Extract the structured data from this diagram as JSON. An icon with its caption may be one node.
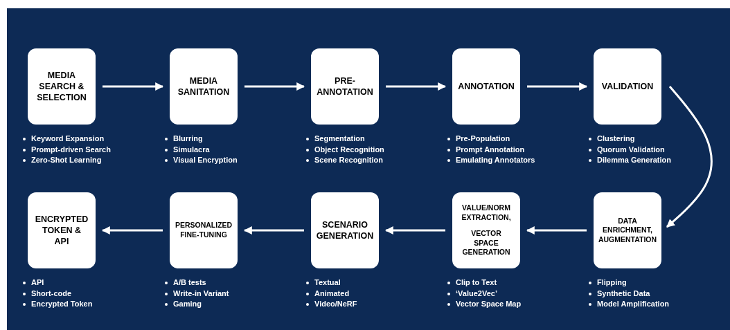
{
  "diagram": {
    "nodes": [
      {
        "text": [
          "MEDIA SEARCH & SELECTION"
        ],
        "beside": [
          "Keyword Expansion",
          "Prompt-driven Search",
          "Zero-Shot Learning"
        ]
      },
      {
        "text": [
          "MEDIA SANITATION"
        ],
        "beside": [
          "Blurring",
          "Simulacra",
          "Visual Encryption"
        ]
      },
      {
        "text": [
          "PRE-ANNOTATION"
        ],
        "beside": [
          "Segmentation",
          "Object Recognition",
          "Scene Recognition"
        ]
      },
      {
        "text": [
          "ANNOTATION"
        ],
        "beside": [
          "Pre-Population",
          "Prompt Annotation",
          "Emulating Annotators"
        ]
      },
      {
        "text": [
          "VALIDATION"
        ],
        "beside": [
          "Clustering",
          "Quorum Validation",
          "Dilemma Generation"
        ]
      },
      {
        "text": [
          "DATA ENRICHMENT, AUGMENTATION"
        ],
        "beside": [
          "Flipping",
          "Synthetic Data",
          "Model Amplification"
        ]
      },
      {
        "text": [
          "VALUE/NORM EXTRACTION,",
          "VECTOR SPACE GENERATION"
        ],
        "beside": [
          "Clip to Text",
          "‘Value2Vec’",
          "Vector Space Map"
        ]
      },
      {
        "text": [
          "SCENARIO GENERATION"
        ],
        "beside": [
          "Textual",
          "Animated",
          "Video/NeRF"
        ]
      },
      {
        "text": [
          "PERSONALIZED FINE-TUNING"
        ],
        "beside": [
          "A/B tests",
          "Write-in Variant",
          "Gaming"
        ]
      },
      {
        "text": [
          "ENCRYPTED TOKEN & API"
        ],
        "beside": [
          "API",
          "Short-code",
          "Encrypted Token"
        ]
      }
    ],
    "edges": [
      {
        "from": 0,
        "to": 1,
        "arrow": "to"
      },
      {
        "from": 1,
        "to": 2,
        "arrow": "to"
      },
      {
        "from": 2,
        "to": 3,
        "arrow": "to"
      },
      {
        "from": 3,
        "to": 4,
        "arrow": "to"
      },
      {
        "from": 4,
        "to": 5,
        "arrow": "to"
      },
      {
        "from": 5,
        "to": 6,
        "arrow": "to"
      },
      {
        "from": 6,
        "to": 7,
        "arrow": "to"
      },
      {
        "from": 7,
        "to": 8,
        "arrow": "to"
      },
      {
        "from": 8,
        "to": 9,
        "arrow": "to"
      }
    ]
  }
}
